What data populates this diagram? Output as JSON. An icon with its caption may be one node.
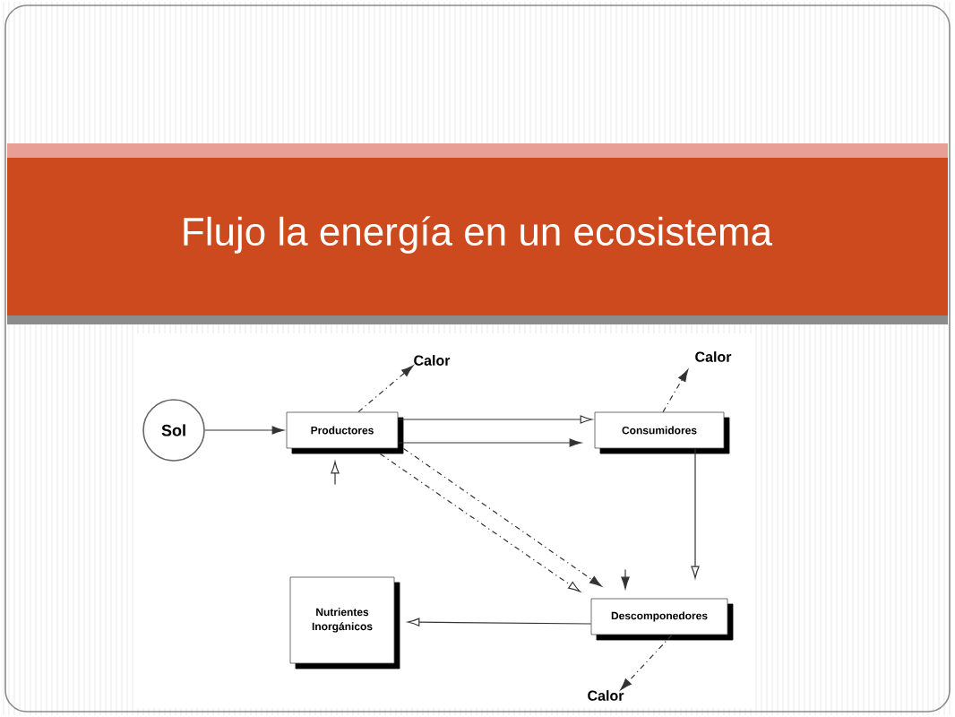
{
  "diagram": {
    "title": "Flujo la energía en un ecosistema",
    "nodes": [
      {
        "text": [
          "Sol"
        ]
      },
      {
        "text": [
          "Productores"
        ]
      },
      {
        "text": [
          "Consumidores"
        ]
      },
      {
        "text": [
          "Descomponedores"
        ]
      },
      {
        "text": [
          "Nutrientes Inorgánicos"
        ]
      },
      {
        "text": [
          "Calor"
        ]
      },
      {
        "text": [
          "Calor"
        ]
      },
      {
        "text": [
          "Calor"
        ]
      }
    ],
    "edges": [
      {
        "from": 0,
        "to": 1,
        "arrow": "to"
      },
      {
        "from": 1,
        "to": 5,
        "arrow": "to",
        "style": "dashed"
      },
      {
        "from": 1,
        "to": 2,
        "arrow": "to"
      },
      {
        "from": 1,
        "to": 2,
        "arrow": "to"
      },
      {
        "from": 1,
        "to": 3,
        "arrow": "to",
        "style": "dashed"
      },
      {
        "from": 1,
        "to": 3,
        "arrow": "to",
        "style": "dashed"
      },
      {
        "from": 2,
        "to": 6,
        "arrow": "to",
        "style": "dashed"
      },
      {
        "from": 2,
        "to": 3,
        "arrow": "to"
      },
      {
        "from": 3,
        "to": 4,
        "arrow": "to"
      },
      {
        "from": 3,
        "to": 7,
        "arrow": "to",
        "style": "dashed"
      },
      {
        "from": null,
        "to": 1,
        "arrow": "to"
      },
      {
        "from": null,
        "to": 3,
        "arrow": "to"
      }
    ]
  }
}
